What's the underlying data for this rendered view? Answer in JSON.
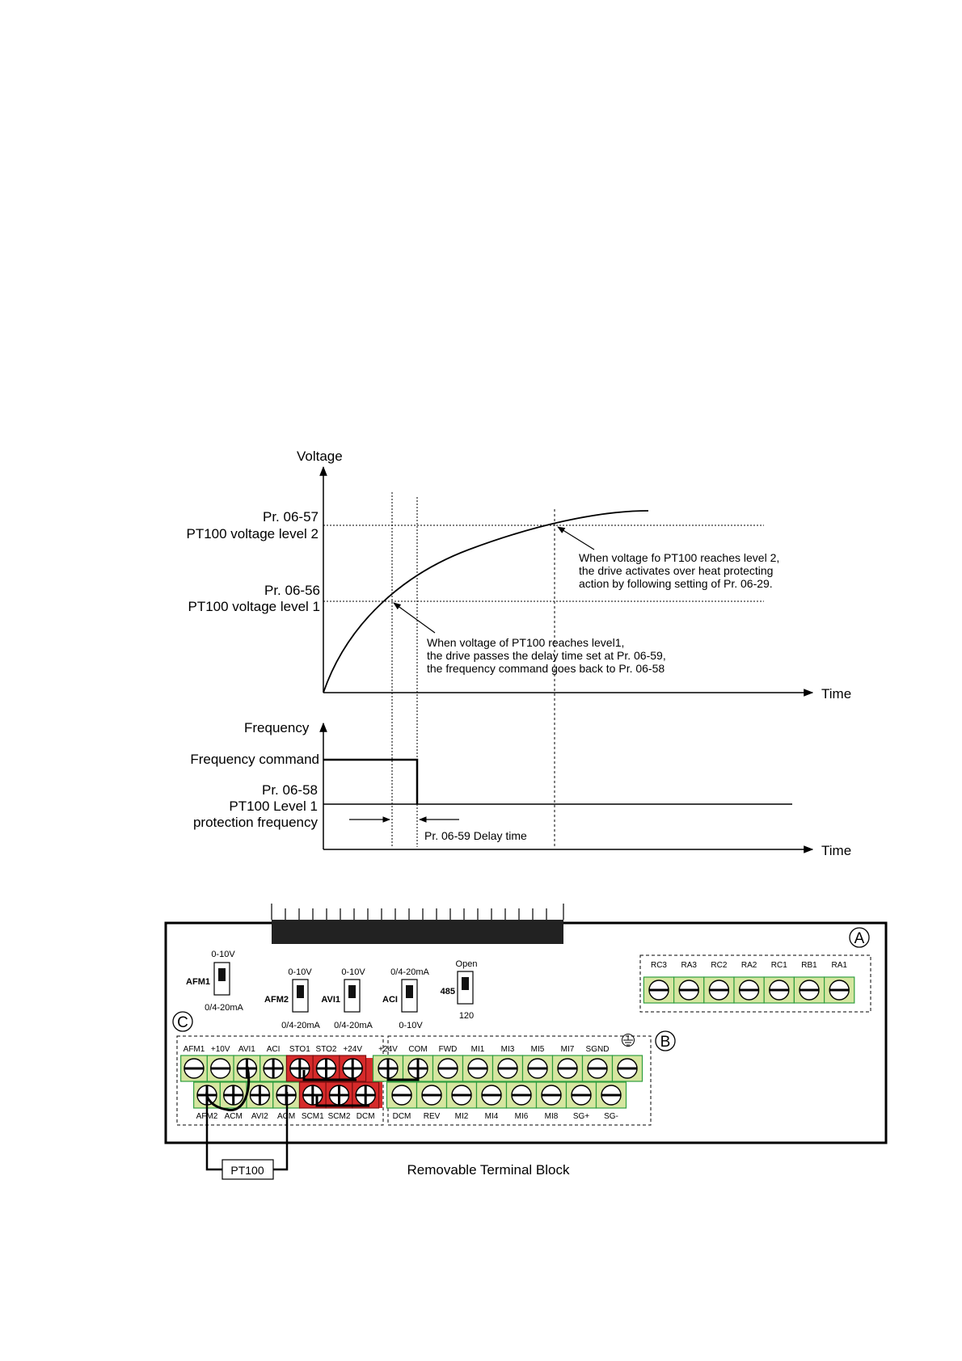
{
  "timing_chart": {
    "voltage_axis_label": "Voltage",
    "time_label": "Time",
    "level2_pr": "Pr. 06-57",
    "level2_name": "PT100 voltage level 2",
    "level1_pr": "Pr. 06-56",
    "level1_name": "PT100 voltage level 1",
    "note_level2": [
      "When voltage fo PT100 reaches level 2,",
      "the drive activates over heat protecting",
      "action by following setting of Pr. 06-29."
    ],
    "note_level1": [
      "When voltage of PT100 reaches level1,",
      "the drive passes the delay time set at Pr. 06-59,",
      "the frequency command goes back to Pr. 06-58"
    ],
    "frequency_axis_label": "Frequency",
    "frequency_command_label": "Frequency command",
    "protect_pr": "Pr. 06-58",
    "protect_line1": "PT100 Level 1",
    "protect_line2": "protection frequency",
    "delay_label": "Pr. 06-59 Delay time"
  },
  "terminal_block": {
    "caption": "Removable Terminal Block",
    "pt100_label": "PT100",
    "region_a": "A",
    "region_b": "B",
    "region_c": "C",
    "switches": {
      "afm1": {
        "name": "AFM1",
        "top": "0-10V",
        "bottom": "0/4-20mA"
      },
      "afm2": {
        "name": "AFM2",
        "top": "0-10V",
        "bottom": "0/4-20mA"
      },
      "avi1": {
        "name": "AVI1",
        "top": "0-10V",
        "bottom": "0/4-20mA"
      },
      "aci": {
        "name": "ACI",
        "top": "0/4-20mA",
        "bottom": "0-10V"
      },
      "rs485": {
        "name": "485",
        "top": "Open",
        "bottom": "120"
      }
    },
    "relay_labels": [
      "RC3",
      "RA3",
      "RC2",
      "RA2",
      "RC1",
      "RB1",
      "RA1"
    ],
    "c_top_labels": [
      "AFM1",
      "+10V",
      "AVI1",
      "ACI",
      "STO1",
      "STO2",
      "+24V"
    ],
    "c_bottom_labels": [
      "AFM2",
      "ACM",
      "AVI2",
      "ACM",
      "SCM1",
      "SCM2",
      "DCM"
    ],
    "b_top_labels": [
      "+24V",
      "COM",
      "FWD",
      "MI1",
      "MI3",
      "MI5",
      "MI7",
      "SGND"
    ],
    "b_bottom_labels": [
      "DCM",
      "REV",
      "MI2",
      "MI4",
      "MI6",
      "MI8",
      "SG+",
      "SG-"
    ],
    "ground_icon": "ground-icon"
  }
}
